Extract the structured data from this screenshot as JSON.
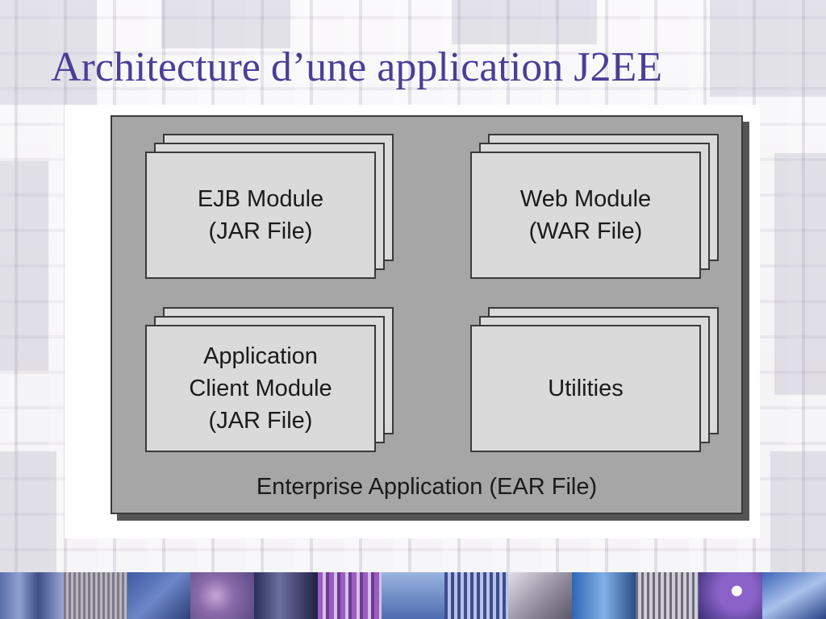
{
  "slide": {
    "title": "Architecture d’une application J2EE"
  },
  "diagram": {
    "container_label": "Enterprise Application (EAR File)",
    "modules": [
      {
        "id": "ejb",
        "lines": [
          "EJB Module",
          "(JAR File)"
        ]
      },
      {
        "id": "web",
        "lines": [
          "Web Module",
          "(WAR File)"
        ]
      },
      {
        "id": "client",
        "lines": [
          "Application",
          "Client Module",
          "(JAR File)"
        ]
      },
      {
        "id": "utils",
        "lines": [
          "Utilities"
        ]
      }
    ]
  },
  "colors": {
    "title": "#4a3f96",
    "container_fill": "#a6a6a6",
    "module_fill": "#dadada",
    "outline": "#3a3a3a"
  }
}
